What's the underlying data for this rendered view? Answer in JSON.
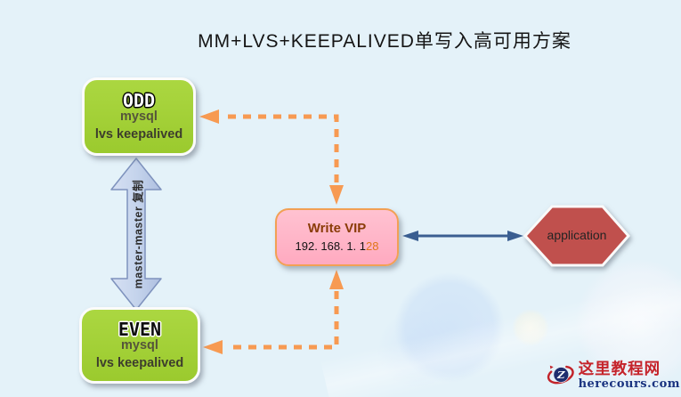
{
  "title": "MM+LVS+KEEPALIVED单写入高可用方案",
  "nodes": {
    "odd": {
      "title": "ODD",
      "subtitle": "mysql",
      "subtitle2": "lvs keepalived"
    },
    "even": {
      "title": "EVEN",
      "subtitle": "mysql",
      "subtitle2": "lvs keepalived"
    },
    "write_vip": {
      "title": "Write VIP",
      "ip_main": "192. 168. 1. 1",
      "ip_highlight": "28"
    },
    "application": {
      "title": "application"
    }
  },
  "edges": {
    "replication_label": "master-master 复制"
  },
  "colors": {
    "background": "#e4f2f9",
    "node_green": "#a2d032",
    "vip_pink": "#ffb3c6",
    "vip_border_orange": "#f2a054",
    "vip_title_brown": "#8a3c08",
    "ip_highlight_orange": "#e0761a",
    "hexagon_red": "#c0504d",
    "connector_orange": "#f79a52",
    "connector_blue": "#3a5e91",
    "replication_arrow_fill": "#c5d4ec",
    "replication_arrow_border": "#7e92bd",
    "watermark_red": "#c5242b",
    "watermark_navy": "#1a3380"
  },
  "watermark": {
    "monogram": "Z",
    "site_name": "这里教程网",
    "site_domain": "herecours.com"
  }
}
